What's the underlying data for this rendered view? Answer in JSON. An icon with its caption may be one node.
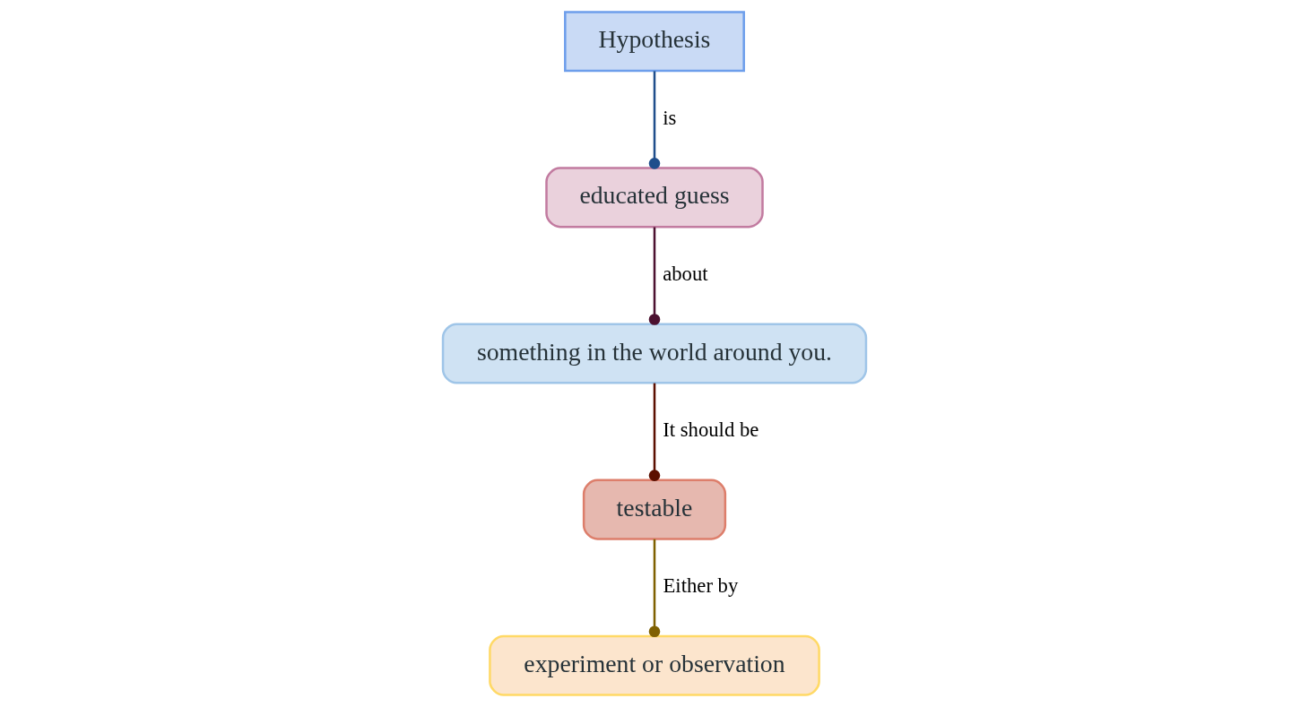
{
  "diagram": {
    "nodes": [
      {
        "text": [
          "Hypothesis"
        ]
      },
      {
        "text": [
          "educated guess"
        ]
      },
      {
        "text": [
          "something in the world around you."
        ]
      },
      {
        "text": [
          "testable"
        ]
      },
      {
        "text": [
          "experiment or observation"
        ]
      }
    ],
    "edges": [
      {
        "from": 0,
        "to": 1,
        "arrow": "other",
        "label": "is",
        "color": "#1f4e8c"
      },
      {
        "from": 1,
        "to": 2,
        "arrow": "other",
        "label": "about",
        "color": "#4c1130"
      },
      {
        "from": 2,
        "to": 3,
        "arrow": "other",
        "label": "It should be",
        "color": "#5b0f00"
      },
      {
        "from": 3,
        "to": 4,
        "arrow": "other",
        "label": "Either by",
        "color": "#7f6000"
      }
    ]
  }
}
